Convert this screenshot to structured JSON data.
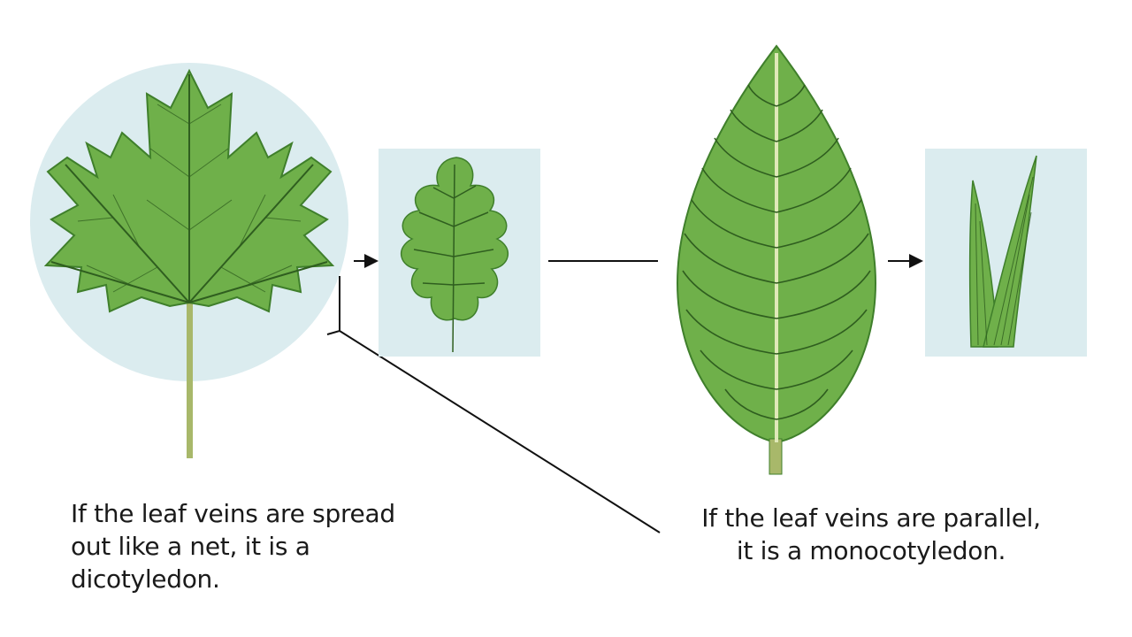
{
  "colors": {
    "leaf_fill": "#6fb04a",
    "leaf_dark": "#3f7f2b",
    "vein": "#2f5e1f",
    "panel_bg": "#dbecef",
    "stem": "#a8b86a",
    "line": "#111111"
  },
  "captions": {
    "dicot": {
      "line1": "If the leaf veins are spread",
      "line2": "out like a net, it is a",
      "line3": "dicotyledon."
    },
    "monocot": {
      "line1": "If the leaf veins are parallel,",
      "line2": "it is a monocotyledon."
    }
  },
  "icons": {
    "maple": "maple-leaf-icon",
    "oak": "oak-leaf-icon",
    "ovate": "ovate-leaf-icon",
    "grass": "grass-leaf-icon"
  }
}
